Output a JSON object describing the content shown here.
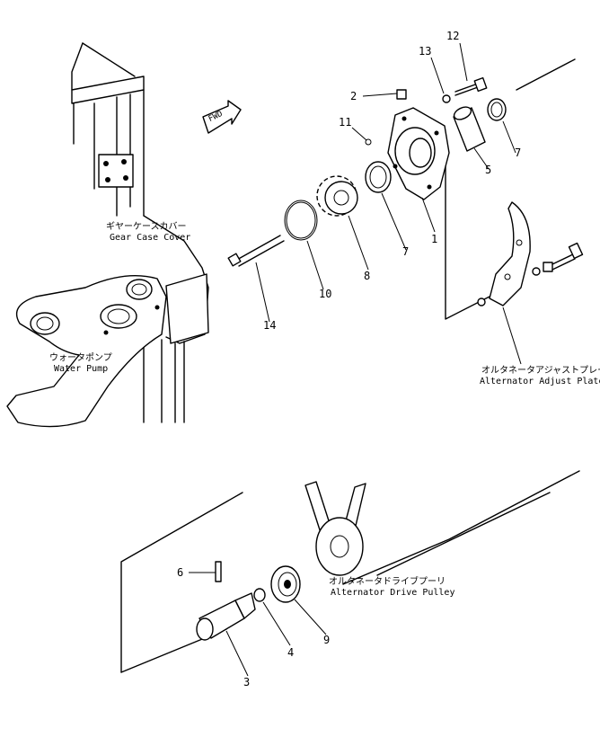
{
  "callouts": [
    "1",
    "2",
    "3",
    "4",
    "5",
    "6",
    "7",
    "7",
    "8",
    "9",
    "10",
    "11",
    "12",
    "13",
    "14"
  ],
  "labels": {
    "gear_case_cover_jp": "ギヤーケースカバー",
    "gear_case_cover_en": "Gear Case Cover",
    "water_pump_jp": "ウォータポンプ",
    "water_pump_en": "Water Pump",
    "alt_adjust_plate_jp": "オルタネータアジャストプレート",
    "alt_adjust_plate_en": "Alternator Adjust Plate",
    "alt_drive_pulley_jp": "オルタネータドライブプーリ",
    "alt_drive_pulley_en": "Alternator Drive Pulley",
    "fwd": "FWD"
  }
}
